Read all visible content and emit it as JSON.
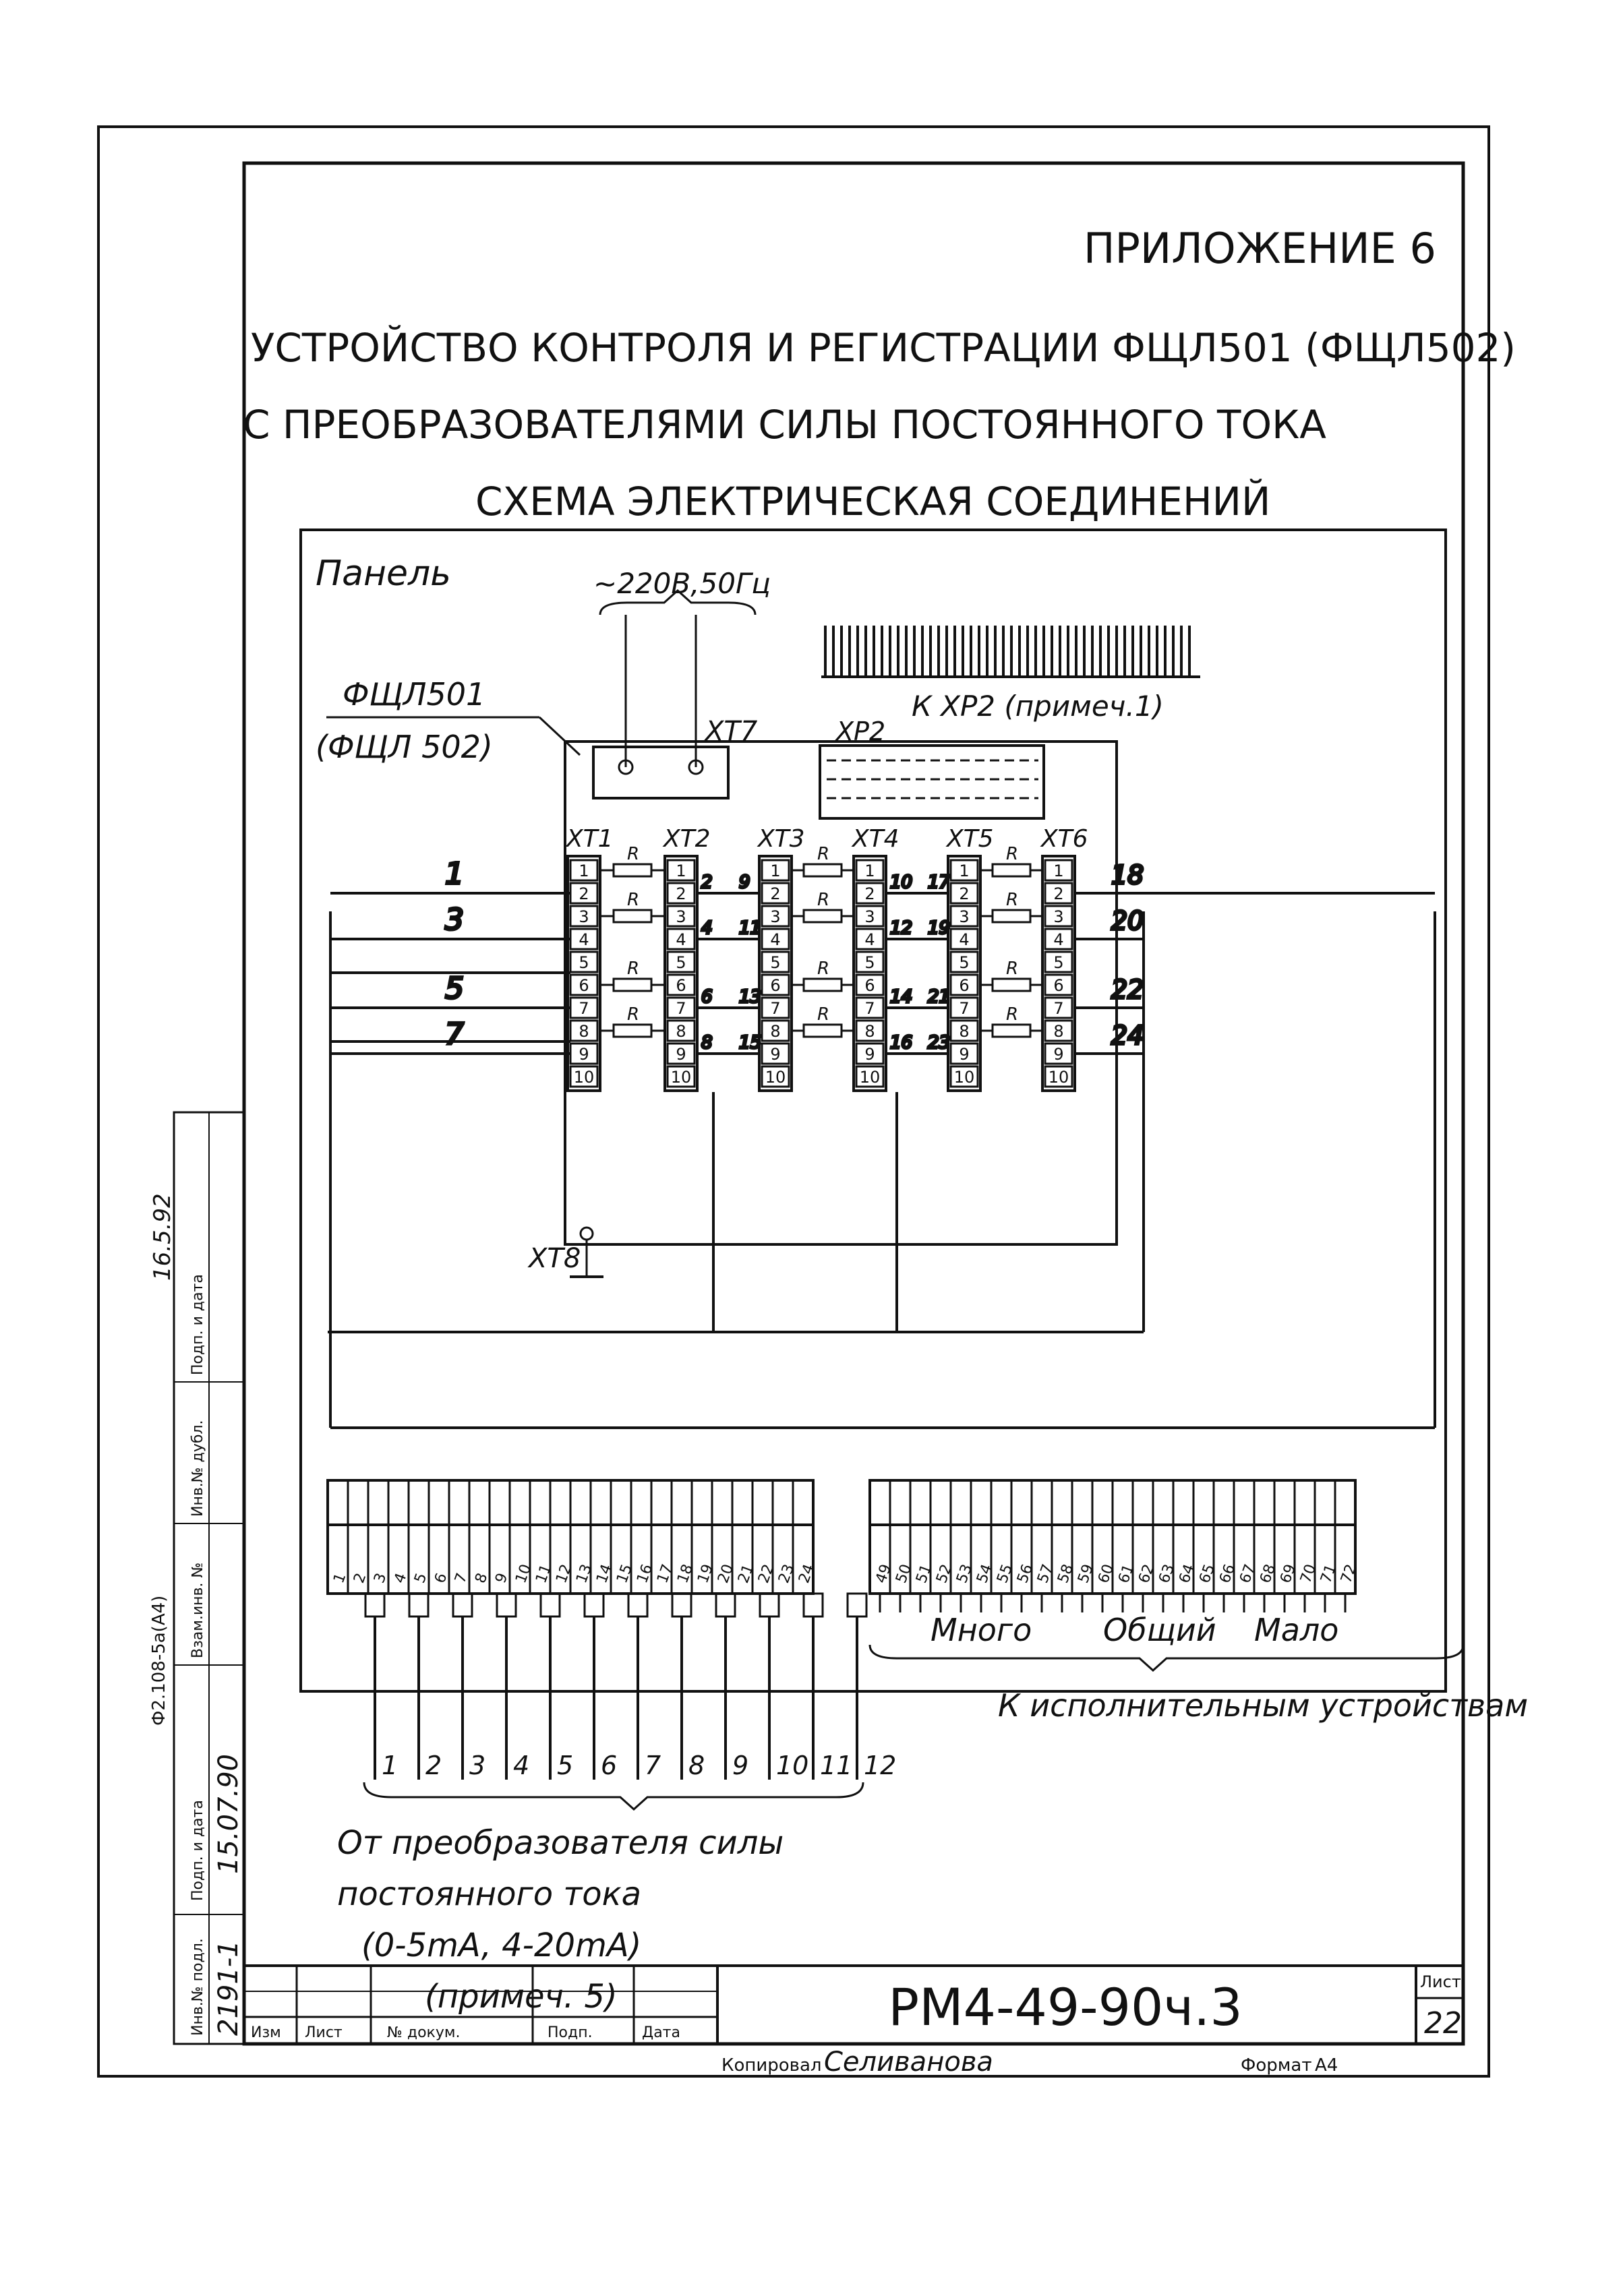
{
  "header": {
    "appendix": "ПРИЛОЖЕНИЕ 6",
    "title_line1": "УСТРОЙСТВО КОНТРОЛЯ И РЕГИСТРАЦИИ ФЩЛ501 (ФЩЛ502)",
    "title_line2": "С ПРЕОБРАЗОВАТЕЛЯМИ СИЛЫ ПОСТОЯННОГО ТОКА",
    "title_line3": "СХЕМА ЭЛЕКТРИЧЕСКАЯ СОЕДИНЕНИЙ"
  },
  "panel": {
    "label": "Панель",
    "power": "~220В,50Гц",
    "device_name": "ФЩЛ501",
    "device_alt": "(ФЩЛ 502)",
    "xp2_note": "К ХР2 (примеч.1)",
    "xt7": "ХТ7",
    "xp2": "ХР2",
    "xt8": "ХТ8",
    "r": "R"
  },
  "terminal_blocks": [
    "ХТ1",
    "ХТ2",
    "ХТ3",
    "ХТ4",
    "ХТ5",
    "ХТ6"
  ],
  "terminal_numbers": [
    "1",
    "2",
    "3",
    "4",
    "5",
    "6",
    "7",
    "8",
    "9",
    "10"
  ],
  "left_wires": [
    "1",
    "3",
    "5",
    "7"
  ],
  "right_wires": [
    "18",
    "20",
    "22",
    "24"
  ],
  "inner_wires": [
    "2",
    "9",
    "4",
    "11",
    "6",
    "13",
    "8",
    "15",
    "10",
    "17",
    "12",
    "19",
    "14",
    "21",
    "16",
    "23"
  ],
  "connector_left": [
    "1",
    "2",
    "3",
    "4",
    "5",
    "6",
    "7",
    "8",
    "9",
    "10",
    "11",
    "12",
    "13",
    "14",
    "15",
    "16",
    "17",
    "18",
    "19",
    "20",
    "21",
    "22",
    "23",
    "24"
  ],
  "connector_right": [
    "49",
    "50",
    "51",
    "52",
    "53",
    "54",
    "55",
    "56",
    "57",
    "58",
    "59",
    "60",
    "61",
    "62",
    "63",
    "64",
    "65",
    "66",
    "67",
    "68",
    "69",
    "70",
    "71",
    "72"
  ],
  "outputs": {
    "many": "Много",
    "common": "Общий",
    "few": "Мало",
    "to_actuators": "К исполнительным устройствам"
  },
  "inputs": {
    "channels": [
      "1",
      "2",
      "3",
      "4",
      "5",
      "6",
      "7",
      "8",
      "9",
      "10",
      "11",
      "12"
    ],
    "caption1": "От преобразователя силы",
    "caption2": "постоянного тока",
    "caption3": "(0-5mA, 4-20mA)",
    "caption4": "(примеч. 5)"
  },
  "left_margin": {
    "form": "Ф2.108-5а(А4)",
    "col1": "Инв.№ подл.",
    "col2": "Подп. и дата",
    "col3": "Взам.инв. №",
    "col4": "Инв.№ дубл.",
    "col5": "Подп. и дата",
    "hand1": "2191-1",
    "hand2": "15.07.90",
    "hand3": "16.5.92"
  },
  "title_block": {
    "code": "РМ4-49-90ч.3",
    "sheet_label": "Лист",
    "sheet_no": "22",
    "col_change": "Изм",
    "col_sheet": "Лист",
    "col_doc": "№ докум.",
    "col_sign": "Подп.",
    "col_date": "Дата"
  },
  "footer": {
    "copied_label": "Копировал",
    "copied_by": "Селиванова",
    "format_label": "Формат",
    "format_value": "А4"
  }
}
